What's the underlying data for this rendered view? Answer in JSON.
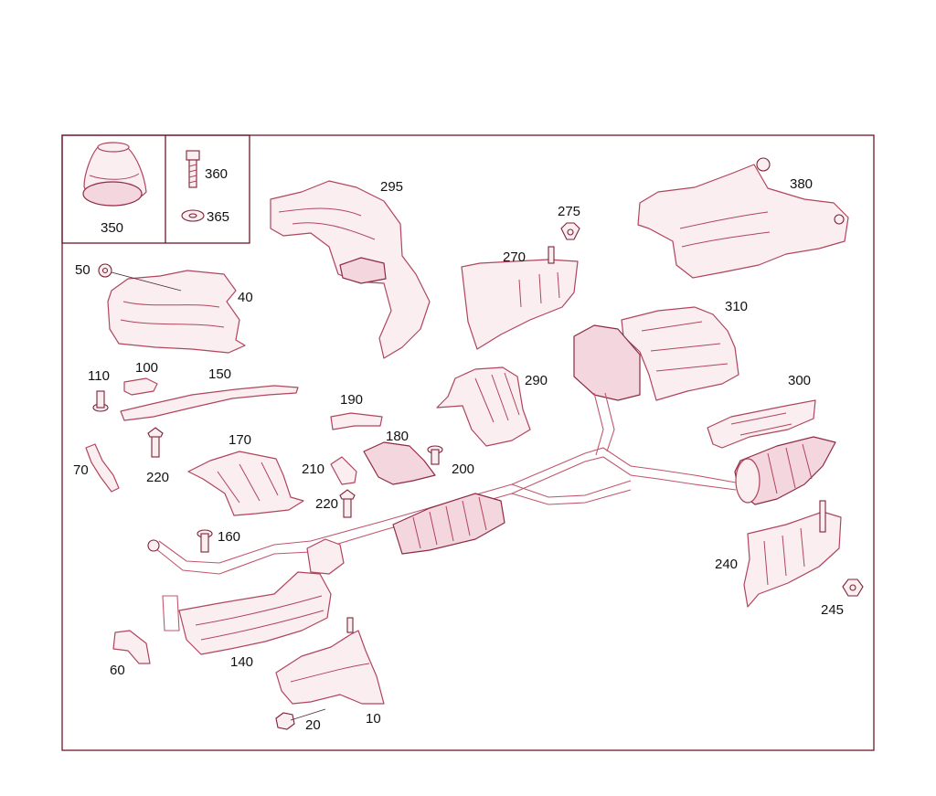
{
  "colors": {
    "line_art": "#b0455c",
    "frame": "#6b1a2a",
    "label": "#111111"
  },
  "callouts": {
    "n10": "10",
    "n20": "20",
    "n40": "40",
    "n50": "50",
    "n60": "60",
    "n70": "70",
    "n100": "100",
    "n110": "110",
    "n140": "140",
    "n150": "150",
    "n160": "160",
    "n170": "170",
    "n180": "180",
    "n190": "190",
    "n200": "200",
    "n210": "210",
    "n220a": "220",
    "n220b": "220",
    "n240": "240",
    "n245": "245",
    "n270": "270",
    "n275": "275",
    "n290": "290",
    "n295": "295",
    "n300": "300",
    "n310": "310",
    "n350": "350",
    "n360": "360",
    "n365": "365",
    "n380": "380"
  }
}
